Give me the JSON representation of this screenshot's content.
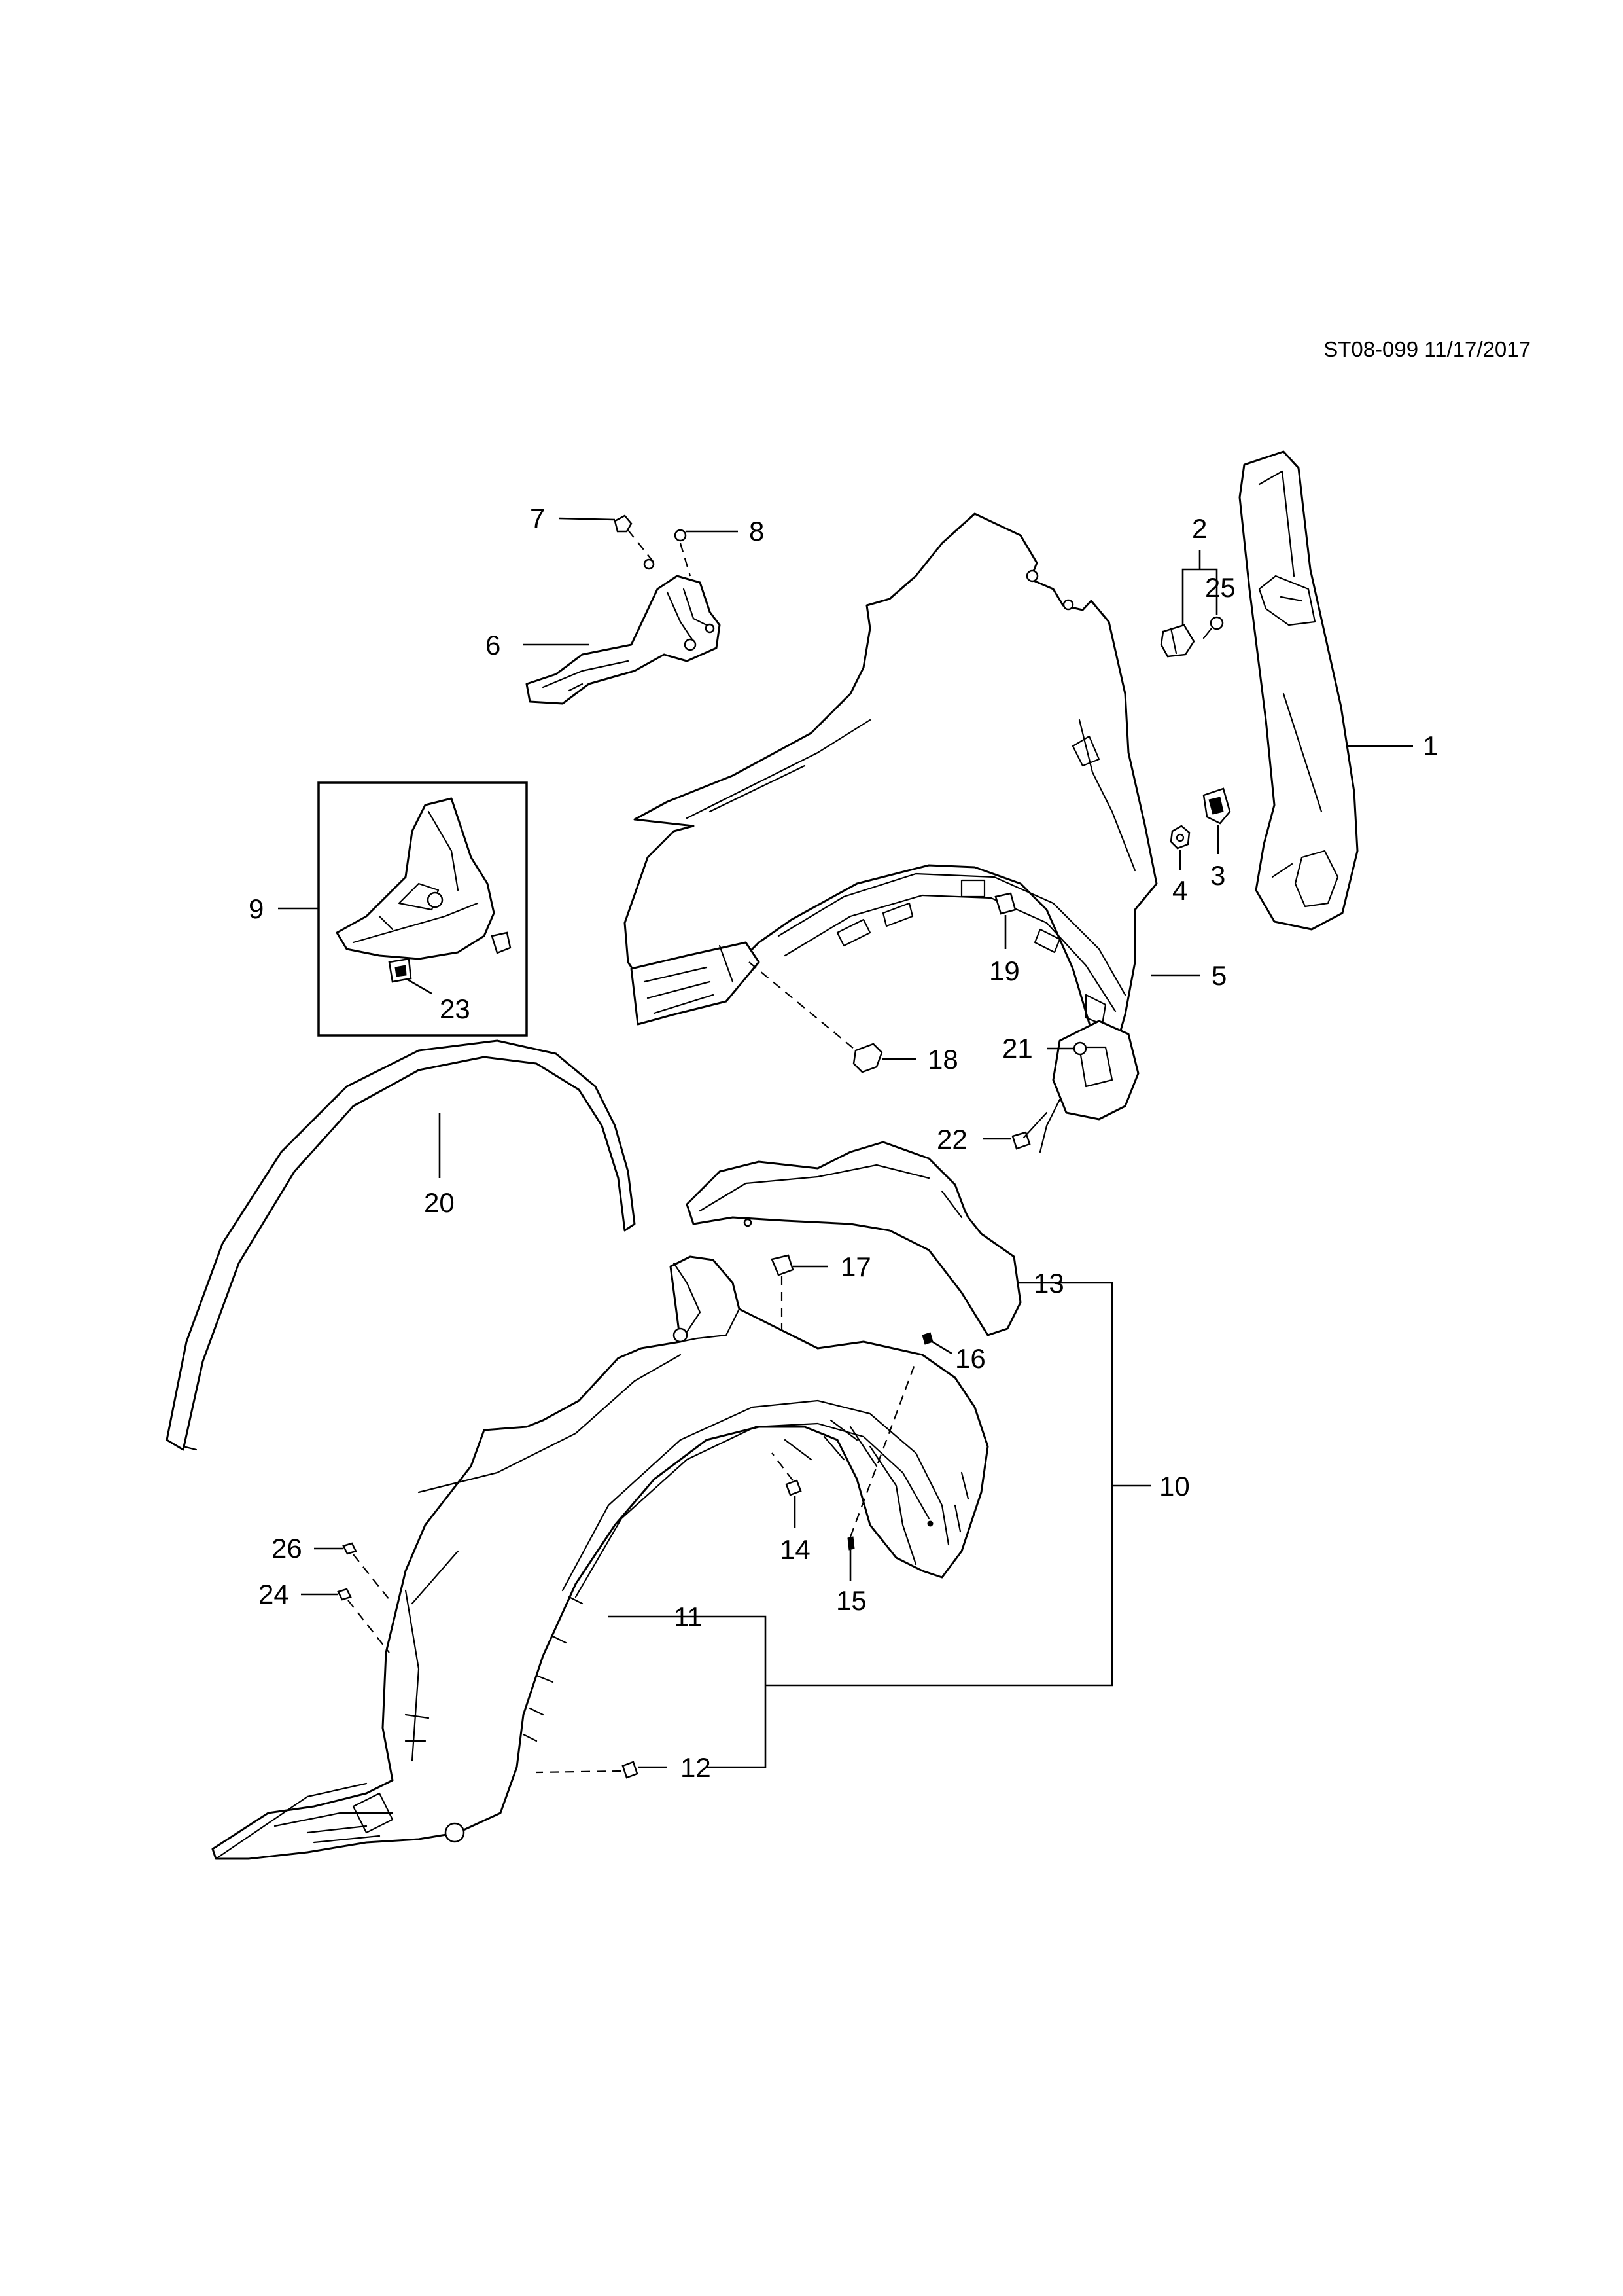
{
  "document": {
    "id_and_date": "ST08-099 11/17/2017"
  },
  "callouts": {
    "c1": "1",
    "c2": "2",
    "c3": "3",
    "c4": "4",
    "c5": "5",
    "c6": "6",
    "c7": "7",
    "c8": "8",
    "c9": "9",
    "c10": "10",
    "c11": "11",
    "c12": "12",
    "c13": "13",
    "c14": "14",
    "c15": "15",
    "c16": "16",
    "c17": "17",
    "c18": "18",
    "c19": "19",
    "c20": "20",
    "c21": "21",
    "c22": "22",
    "c23": "23",
    "c24": "24",
    "c25": "25",
    "c26": "26"
  },
  "style": {
    "line_color": "#000000",
    "background_color": "#ffffff"
  }
}
